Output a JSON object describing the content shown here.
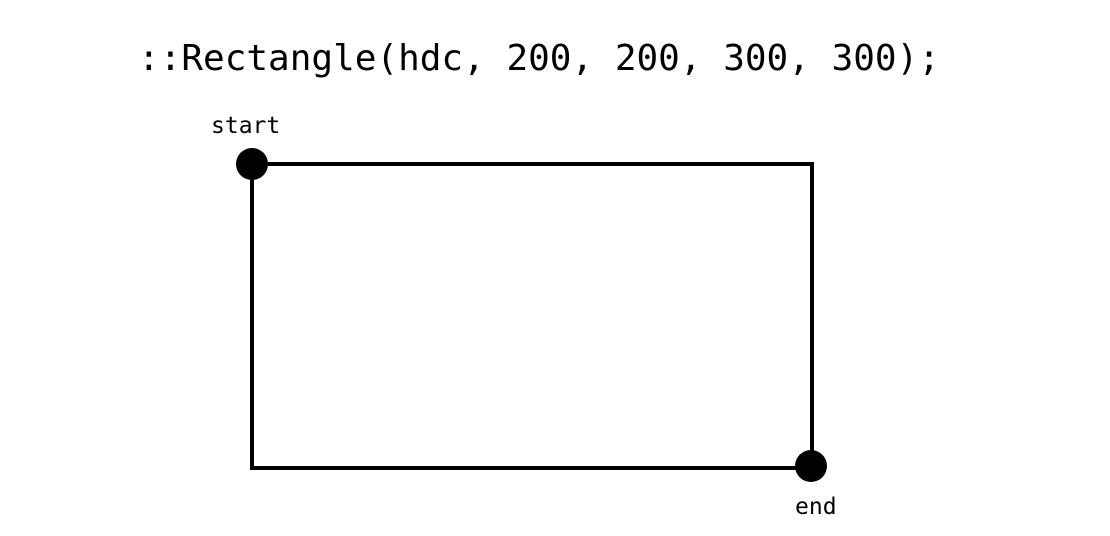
{
  "code_line": "::Rectangle(hdc, 200, 200, 300, 300);",
  "labels": {
    "start": "start",
    "end": "end"
  },
  "colors": {
    "stroke": "#000000",
    "background": "#ffffff"
  }
}
